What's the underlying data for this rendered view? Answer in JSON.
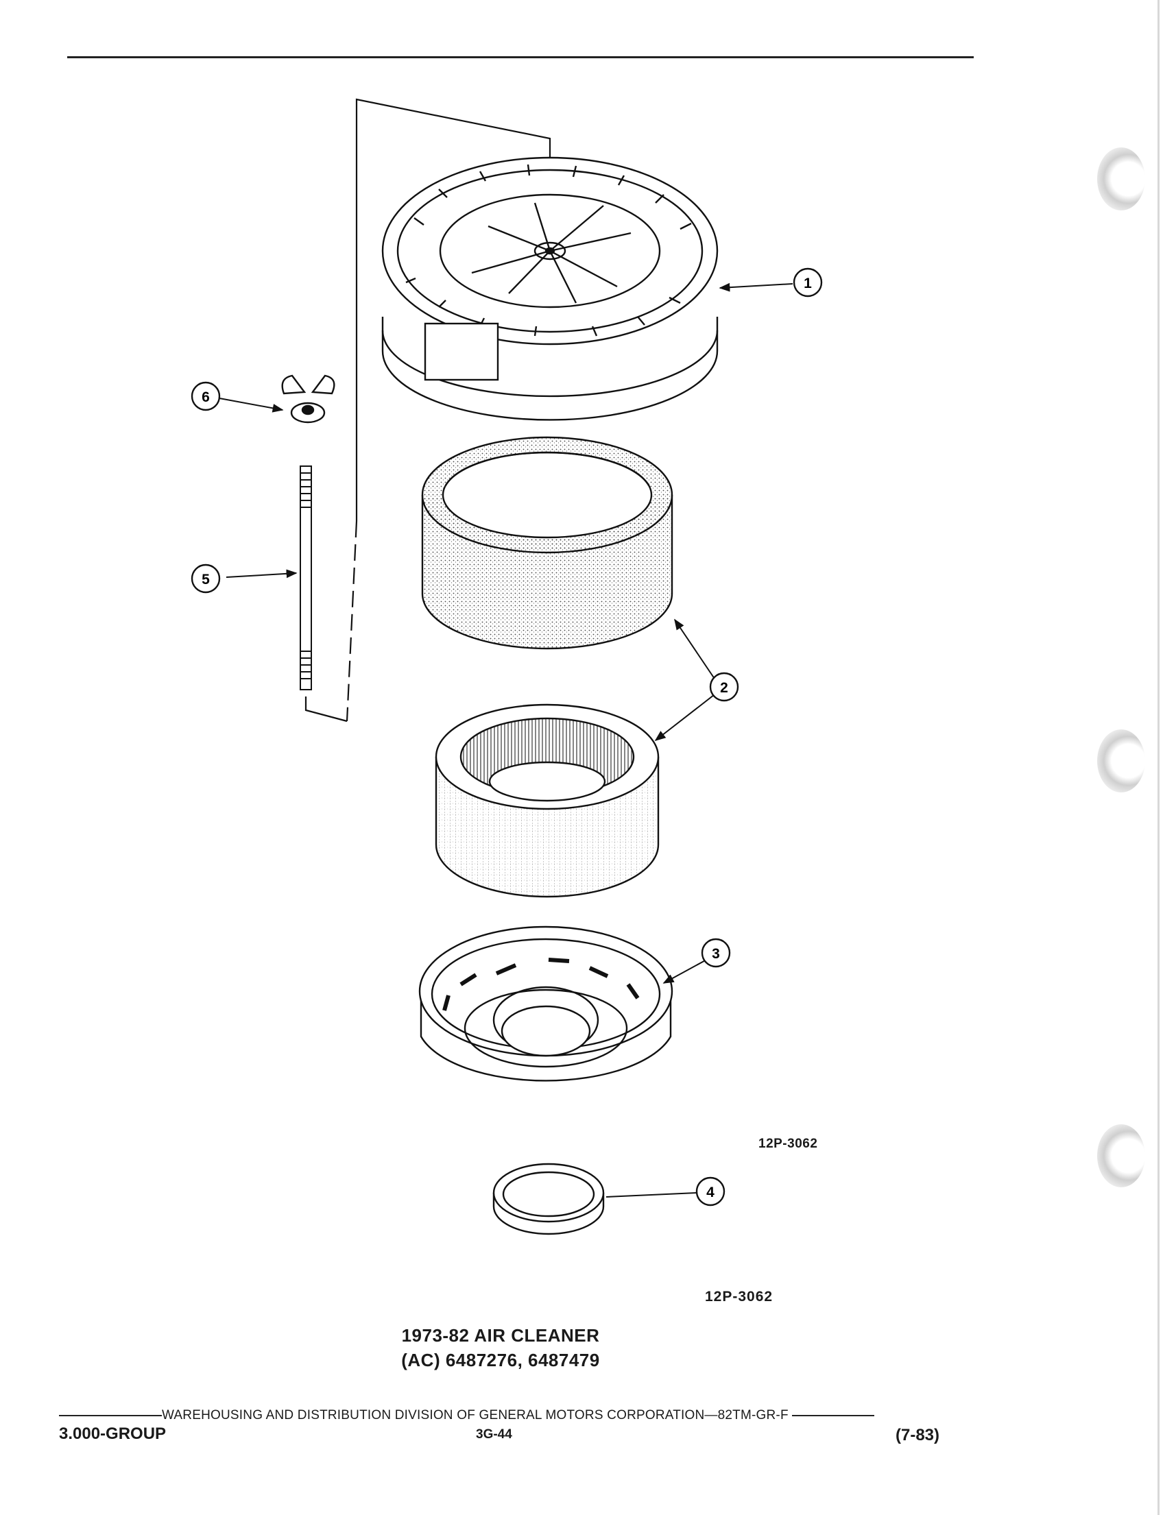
{
  "figure": {
    "callouts": [
      "1",
      "2",
      "3",
      "4",
      "5",
      "6"
    ],
    "figure_id_small": "12P-3062",
    "figure_id_large": "12P-3062",
    "caption_line1": "1973-82 AIR CLEANER",
    "caption_line2": "(AC) 6487276, 6487479"
  },
  "footer": {
    "publisher_line": "WAREHOUSING AND DISTRIBUTION  DIVISION OF GENERAL MOTORS CORPORATION—82TM-GR-F",
    "group": "3.000-GROUP",
    "page_number": "3G-44",
    "revision_date": "(7-83)"
  }
}
